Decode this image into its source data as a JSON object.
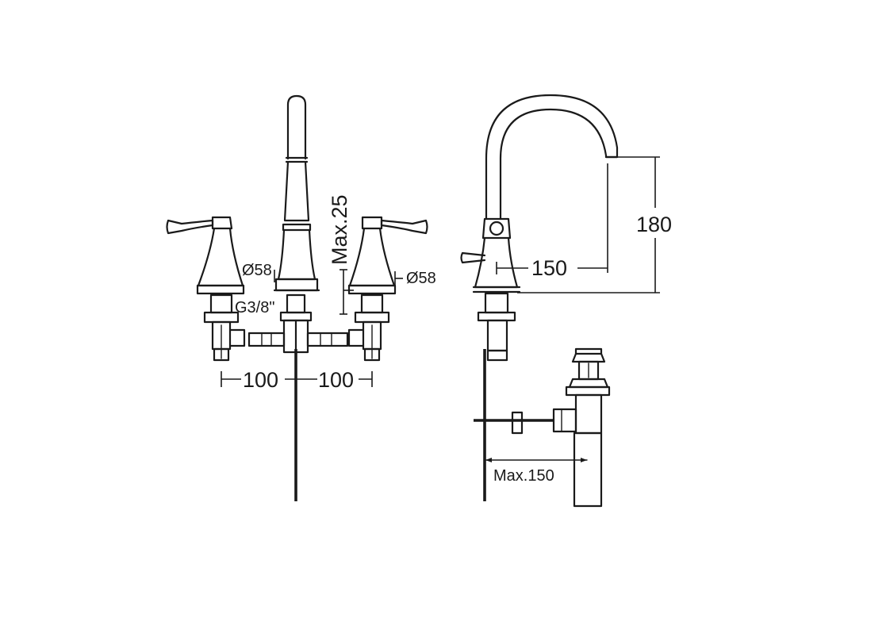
{
  "dims": {
    "max25": "Max.25",
    "dia58_left": "Ø58",
    "dia58_right": "Ø58",
    "thread": "G3/8\"",
    "spacing_left": "100",
    "spacing_right": "100",
    "height": "180",
    "reach": "150",
    "drain_max": "Max.150"
  }
}
